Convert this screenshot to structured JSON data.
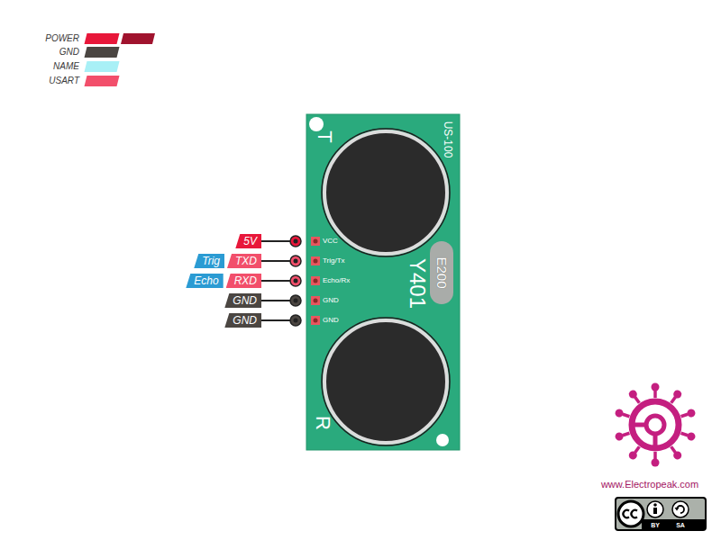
{
  "diagram": {
    "nodes": [
      {
        "text": [
          "T",
          "US-100",
          "Y401",
          "R",
          "VCC",
          "Trig/Tx",
          "Echo/Rx",
          "GND",
          "GND"
        ]
      },
      {
        "text": [
          "E200"
        ],
        "in": 0
      },
      {
        "text": [
          "5V"
        ]
      },
      {
        "text": [
          "Trig"
        ]
      },
      {
        "text": [
          "TXD"
        ]
      },
      {
        "text": [
          "Echo"
        ]
      },
      {
        "text": [
          "RXD"
        ]
      },
      {
        "text": [
          "GND"
        ]
      },
      {
        "text": [
          "GND"
        ]
      }
    ],
    "labels": [
      "www.Electropeak.com",
      "BY",
      "SA"
    ],
    "legend": [
      {
        "text": "POWER",
        "color": "#e8173a"
      },
      {
        "text": "GND",
        "color": "#4b4642"
      },
      {
        "text": "NAME",
        "color": "#a8f0f6"
      },
      {
        "text": "USART",
        "color": "#f24f6b"
      }
    ]
  }
}
